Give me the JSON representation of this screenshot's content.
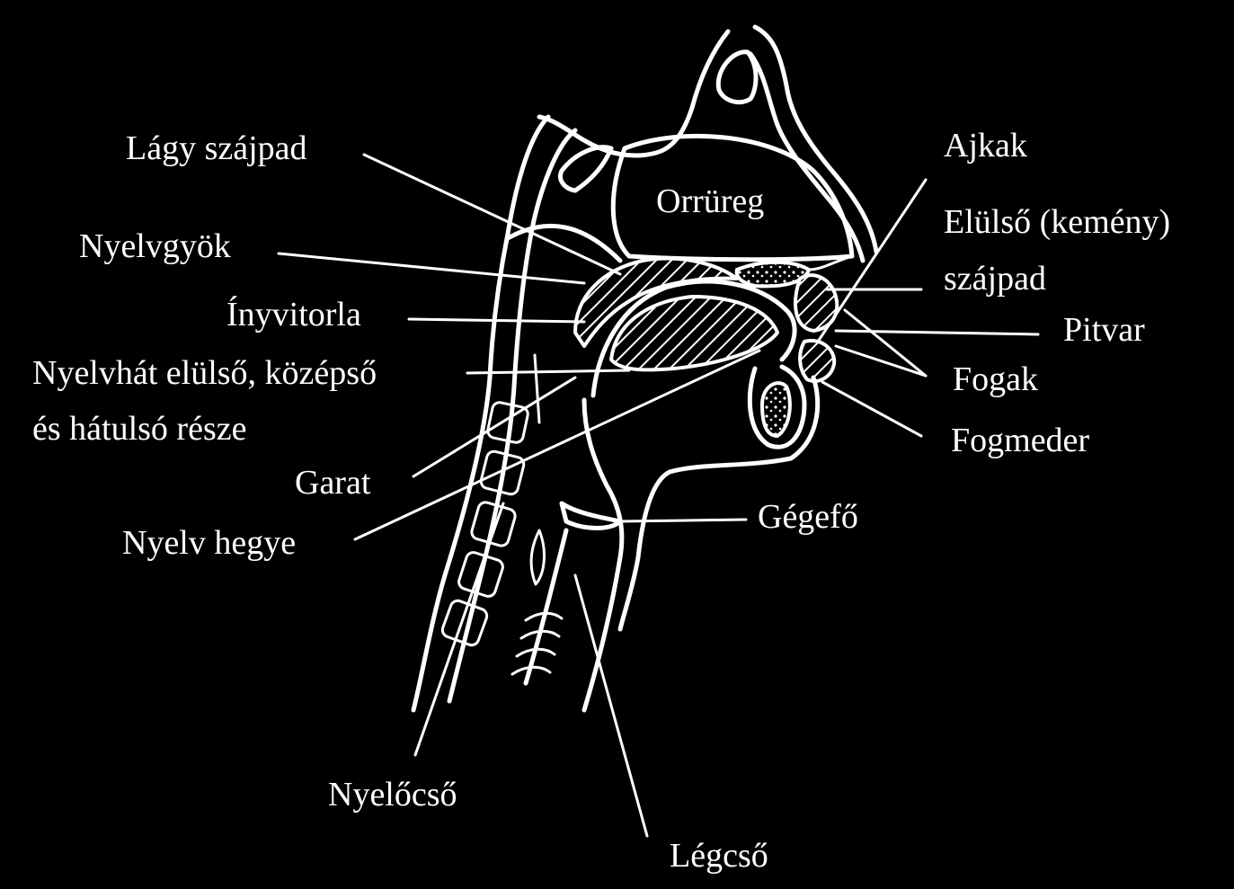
{
  "colors": {
    "background": "#000000",
    "foreground": "#ffffff"
  },
  "labels": {
    "lagy_szajpad": "Lágy szájpad",
    "nyelvgyok": "Nyelvgyök",
    "inyvitorla": "Ínyvitorla",
    "nyelvhat_line1": "Nyelvhát elülső, középső",
    "nyelvhat_line2": "és hátulsó része",
    "garat": "Garat",
    "nyelv_hegye": "Nyelv hegye",
    "orrureg": "Orrüreg",
    "ajkak": "Ajkak",
    "elulso_line1": "Elülső (kemény)",
    "elulso_line2": "szájpad",
    "pitvar": "Pitvar",
    "fogak": "Fogak",
    "fogmeder": "Fogmeder",
    "gegefo": "Gégefő",
    "nyelocso": "Nyelőcső",
    "legcso": "Légcső"
  }
}
